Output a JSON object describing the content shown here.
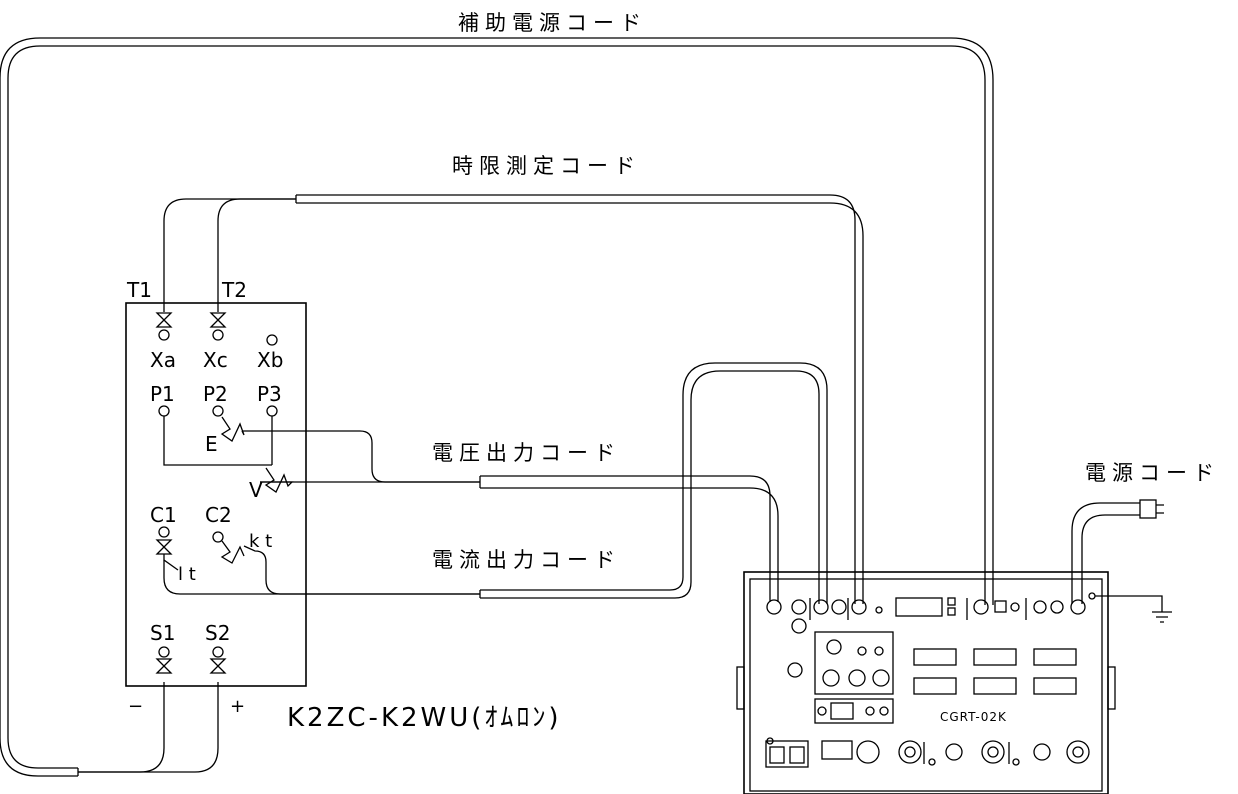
{
  "cords": {
    "aux_power": "補助電源コード",
    "timing": "時限測定コード",
    "voltage_out": "電圧出力コード",
    "current_out": "電流出力コード",
    "power": "電源コード"
  },
  "relay": {
    "model": "K2ZC-K2WU(ｵﾑﾛﾝ)",
    "terminals": {
      "T1": "T1",
      "T2": "T2",
      "Xa": "Xa",
      "Xc": "Xc",
      "Xb": "Xb",
      "P1": "P1",
      "P2": "P2",
      "P3": "P3",
      "C1": "C1",
      "C2": "C2",
      "S1": "S1",
      "S2": "S2"
    },
    "labels": {
      "E": "E",
      "V": "V",
      "kt": "k t",
      "lt": "l t",
      "minus": "−",
      "plus": "+"
    }
  },
  "tester": {
    "model": "CGRT-02K"
  }
}
